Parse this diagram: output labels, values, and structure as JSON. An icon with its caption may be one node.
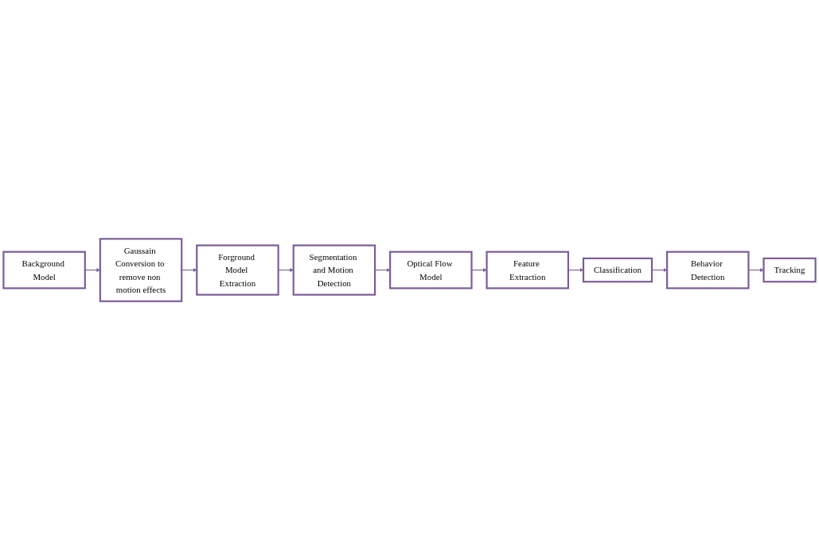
{
  "diagram": {
    "nodes": [
      {
        "text": [
          "Background Model"
        ]
      },
      {
        "text": [
          "Gaussain Conversion to remove non motion effects"
        ]
      },
      {
        "text": [
          "Forground Model Extraction"
        ]
      },
      {
        "text": [
          "Segmentation and Motion Detection"
        ]
      },
      {
        "text": [
          "Optical Flow Model"
        ]
      },
      {
        "text": [
          "Feature Extraction"
        ]
      },
      {
        "text": [
          "Classification"
        ]
      },
      {
        "text": [
          "Behavior Detection"
        ]
      },
      {
        "text": [
          "Tracking"
        ]
      }
    ],
    "edges": [
      {
        "from": 0,
        "to": 1,
        "arrow": "to"
      },
      {
        "from": 1,
        "to": 2,
        "arrow": "to"
      },
      {
        "from": 2,
        "to": 3,
        "arrow": "to"
      },
      {
        "from": 3,
        "to": 4,
        "arrow": "to"
      },
      {
        "from": 4,
        "to": 5,
        "arrow": "to"
      },
      {
        "from": 5,
        "to": 6,
        "arrow": "to"
      },
      {
        "from": 6,
        "to": 7,
        "arrow": "to"
      },
      {
        "from": 7,
        "to": 8,
        "arrow": "to"
      }
    ]
  }
}
